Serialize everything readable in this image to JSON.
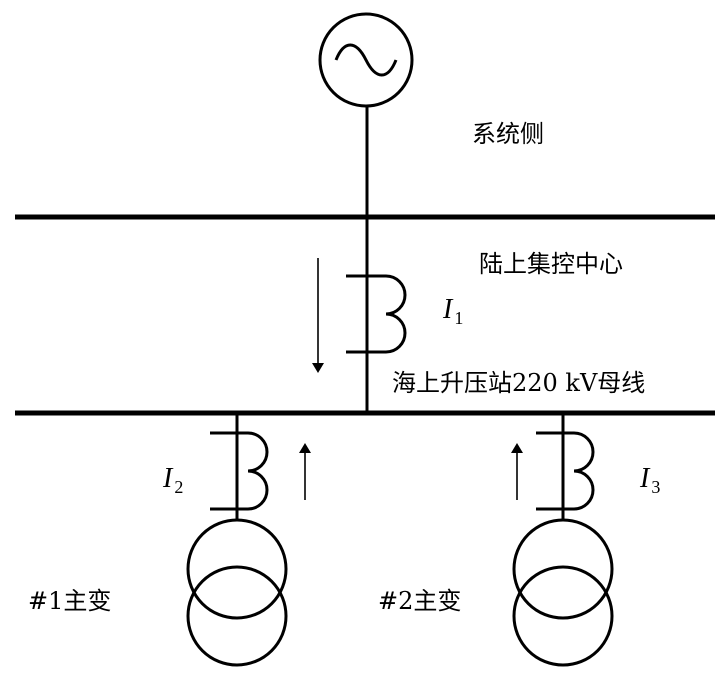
{
  "labels": {
    "system_side": "系统侧",
    "onshore_center": "陆上集控中心",
    "offshore_bus": "海上升压站220 kV母线",
    "transformer_1": "#1主变",
    "transformer_2": "#2主变"
  },
  "currents": {
    "i1": {
      "symbol": "I",
      "subscript": "1"
    },
    "i2": {
      "symbol": "I",
      "subscript": "2"
    },
    "i3": {
      "symbol": "I",
      "subscript": "3"
    }
  },
  "icons": {
    "generator": "ac-source-icon",
    "ct": "current-transformer-icon",
    "transformer": "two-winding-transformer-icon",
    "arrow": "current-direction-arrow"
  }
}
